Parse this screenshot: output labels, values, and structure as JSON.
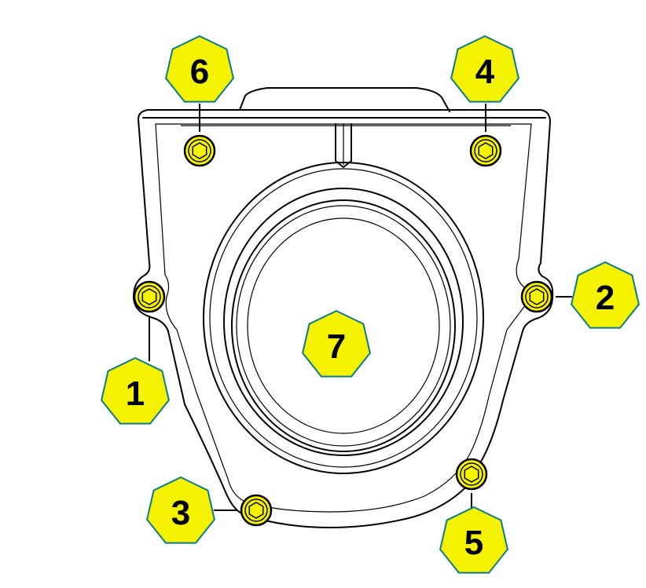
{
  "diagram": {
    "colors": {
      "callout_fill": "#f5f200",
      "callout_border": "#0c7a8c",
      "bolt_fill": "#f5f200",
      "outline": "#000000",
      "background": "#ffffff"
    },
    "callouts": [
      {
        "id": "1",
        "label": "1",
        "shape": "heptagon"
      },
      {
        "id": "2",
        "label": "2",
        "shape": "heptagon"
      },
      {
        "id": "3",
        "label": "3",
        "shape": "heptagon"
      },
      {
        "id": "4",
        "label": "4",
        "shape": "heptagon"
      },
      {
        "id": "5",
        "label": "5",
        "shape": "heptagon"
      },
      {
        "id": "6",
        "label": "6",
        "shape": "heptagon"
      },
      {
        "id": "7",
        "label": "7",
        "shape": "heptagon"
      }
    ],
    "bolts": [
      {
        "id": "1",
        "highlight": "yellow"
      },
      {
        "id": "2",
        "highlight": "yellow"
      },
      {
        "id": "3",
        "highlight": "yellow"
      },
      {
        "id": "4",
        "highlight": "yellow"
      },
      {
        "id": "5",
        "highlight": "yellow"
      },
      {
        "id": "6",
        "highlight": "yellow"
      }
    ]
  }
}
